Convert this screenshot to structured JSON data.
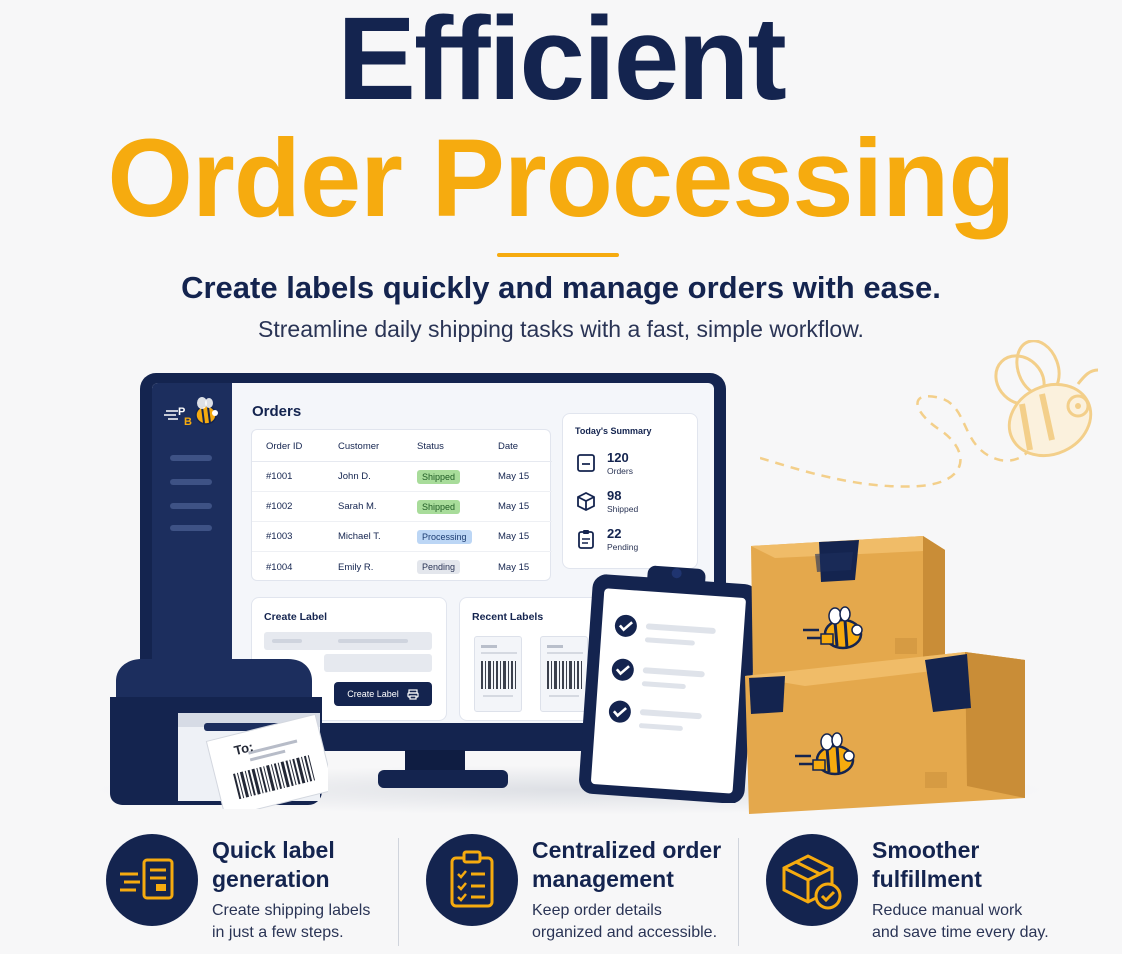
{
  "hero": {
    "title_line1": "Efficient",
    "title_line2": "Order Processing",
    "subtitle": "Create labels quickly and manage orders with ease.",
    "tagline": "Streamline daily shipping tasks with a fast, simple workflow."
  },
  "app": {
    "logo_text": "PB",
    "orders_heading": "Orders",
    "table": {
      "columns": [
        "Order ID",
        "Customer",
        "Status",
        "Date"
      ],
      "rows": [
        {
          "id": "#1001",
          "customer": "John D.",
          "status": "Shipped",
          "date": "May 15"
        },
        {
          "id": "#1002",
          "customer": "Sarah M.",
          "status": "Shipped",
          "date": "May 15"
        },
        {
          "id": "#1003",
          "customer": "Michael T.",
          "status": "Processing",
          "date": "May 15"
        },
        {
          "id": "#1004",
          "customer": "Emily R.",
          "status": "Pending",
          "date": "May 15"
        }
      ]
    },
    "summary": {
      "title": "Today's Summary",
      "items": [
        {
          "value": "120",
          "label": "Orders",
          "icon": "inbox-icon"
        },
        {
          "value": "98",
          "label": "Shipped",
          "icon": "package-icon"
        },
        {
          "value": "22",
          "label": "Pending",
          "icon": "clipboard-icon"
        }
      ]
    },
    "create_label": {
      "title": "Create Label",
      "button_label": "Create Label"
    },
    "recent_labels": {
      "title": "Recent Labels"
    }
  },
  "printer_label": {
    "to_text": "To:"
  },
  "features": [
    {
      "title_line1": "Quick label",
      "title_line2": "generation",
      "desc_line1": "Create shipping labels",
      "desc_line2": "in just a few steps.",
      "icon": "label-icon"
    },
    {
      "title_line1": "Centralized order",
      "title_line2": "management",
      "desc_line1": "Keep order details",
      "desc_line2": "organized and accessible.",
      "icon": "checklist-icon"
    },
    {
      "title_line1": "Smoother",
      "title_line2": "fulfillment",
      "desc_line1": "Reduce manual work",
      "desc_line2": "and save time every day.",
      "icon": "box-check-icon"
    }
  ],
  "colors": {
    "navy": "#14244f",
    "accent": "#f6ab0f",
    "shipped_bg": "#a8dc9a",
    "processing_bg": "#bcd6f5",
    "pending_bg": "#e3e6ec",
    "cardboard": "#e4a84c"
  }
}
